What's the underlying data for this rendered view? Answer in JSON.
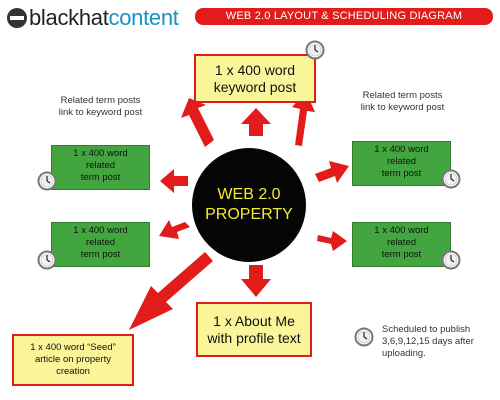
{
  "brand": {
    "prefix": "blackhat",
    "suffix": "content"
  },
  "header": {
    "title": "WEB 2.0 LAYOUT & SCHEDULING DIAGRAM"
  },
  "center": {
    "line1": "WEB 2.0",
    "line2": "PROPERTY"
  },
  "keyword_post": {
    "line1": "1 x 400 word",
    "line2": "keyword post"
  },
  "related_posts": [
    {
      "line1": "1 x 400 word",
      "line2": "related",
      "line3": "term post"
    },
    {
      "line1": "1 x 400 word",
      "line2": "related",
      "line3": "term post"
    },
    {
      "line1": "1 x 400 word",
      "line2": "related",
      "line3": "term post"
    },
    {
      "line1": "1 x 400 word",
      "line2": "related",
      "line3": "term post"
    }
  ],
  "notes": {
    "left": {
      "line1": "Related term posts",
      "line2": "link to keyword post"
    },
    "right": {
      "line1": "Related term posts",
      "line2": "link to keyword post"
    }
  },
  "about_me": {
    "line1": "1 x About Me",
    "line2": "with profile text"
  },
  "seed": {
    "line1": "1 x 400 word “Seed”",
    "line2": "article on property",
    "line3": "creation"
  },
  "legend": {
    "line1": "Scheduled to publish",
    "line2": "3,6,9,12,15 days after",
    "line3": "uploading."
  },
  "colors": {
    "accent": "#e21b1b",
    "box_fill": "#fbf59a",
    "green": "#43a53f",
    "center_text": "#f7ec2b",
    "brand_blue": "#1592c8"
  },
  "icons": [
    "clock-icon",
    "arrow-icon"
  ]
}
